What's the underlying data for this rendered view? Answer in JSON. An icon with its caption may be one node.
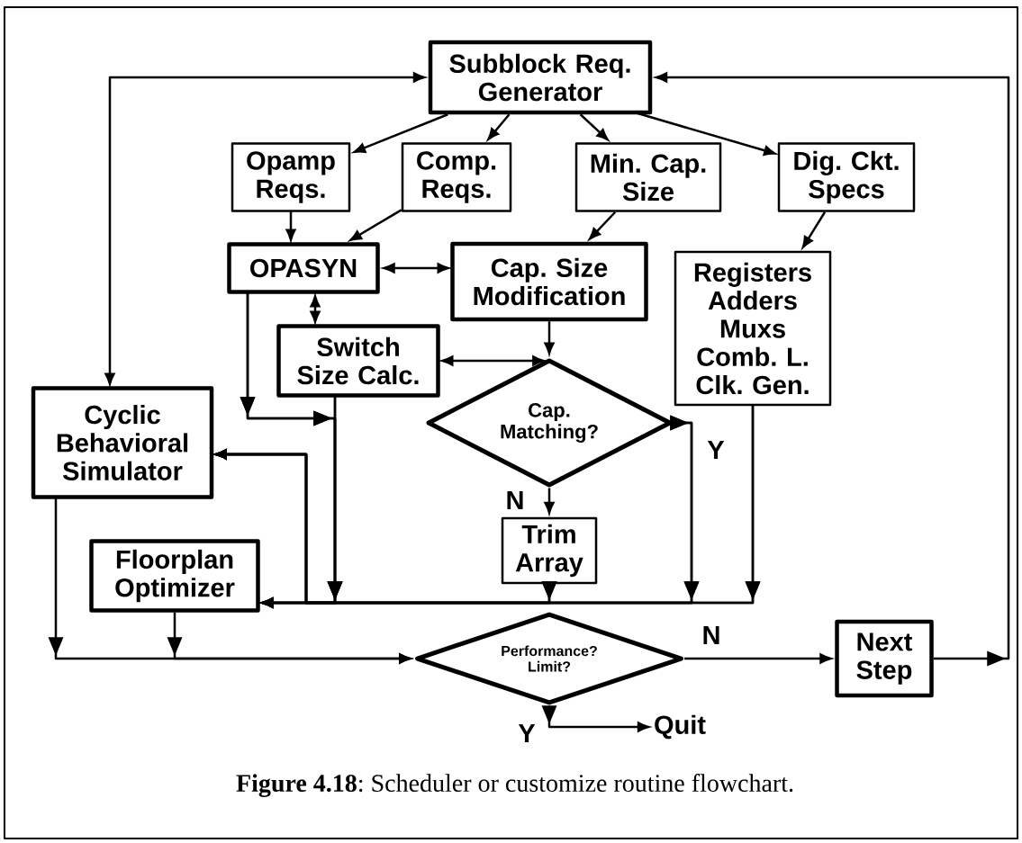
{
  "diagram": {
    "caption": "**Figure 4.18**: Scheduler or customize routine flowchart.",
    "nodes": [
      {
        "text": [
          "Subblock Req. Generator"
        ]
      },
      {
        "text": [
          "Opamp Reqs."
        ]
      },
      {
        "text": [
          "Comp. Reqs."
        ]
      },
      {
        "text": [
          "Min. Cap. Size"
        ]
      },
      {
        "text": [
          "Dig. Ckt. Specs"
        ]
      },
      {
        "text": [
          "OPASYN"
        ]
      },
      {
        "text": [
          "Cap. Size Modification"
        ]
      },
      {
        "text": [
          "Switch Size Calc."
        ]
      },
      {
        "text": [
          "Registers Adders Muxs Comb. L. Clk. Gen."
        ]
      },
      {
        "text": [
          "Cap. Matching?"
        ]
      },
      {
        "text": [
          "Cyclic Behavioral Simulator"
        ]
      },
      {
        "text": [
          "Trim Array"
        ]
      },
      {
        "text": [
          "Floorplan Optimizer"
        ]
      },
      {
        "text": [
          "Performance? Limit?"
        ]
      },
      {
        "text": [
          "Next Step"
        ]
      },
      {
        "text": [
          "Quit"
        ]
      }
    ],
    "edges": [
      {
        "from": 0,
        "to": 1,
        "arrow": "to"
      },
      {
        "from": 0,
        "to": 2,
        "arrow": "to"
      },
      {
        "from": 0,
        "to": 3,
        "arrow": "to"
      },
      {
        "from": 0,
        "to": 4,
        "arrow": "to"
      },
      {
        "from": 0,
        "to": 10,
        "arrow": "both"
      },
      {
        "from": 14,
        "to": 0,
        "arrow": "to"
      },
      {
        "from": 1,
        "to": 5,
        "arrow": "to"
      },
      {
        "from": 2,
        "to": 5,
        "arrow": "to"
      },
      {
        "from": 3,
        "to": 6,
        "arrow": "to"
      },
      {
        "from": 4,
        "to": 8,
        "arrow": "to"
      },
      {
        "from": 5,
        "to": 6,
        "arrow": "both"
      },
      {
        "from": 5,
        "to": 7,
        "arrow": "both"
      },
      {
        "from": 7,
        "to": 9,
        "arrow": "both"
      },
      {
        "from": 6,
        "to": 9,
        "arrow": "to"
      },
      {
        "from": 9,
        "to": 11,
        "arrow": "to",
        "label": "N"
      },
      {
        "from": 5,
        "to": 12,
        "arrow": "to"
      },
      {
        "from": 7,
        "to": 12,
        "arrow": "to"
      },
      {
        "from": 11,
        "to": 12,
        "arrow": "to"
      },
      {
        "from": 9,
        "to": 12,
        "arrow": "to",
        "label": "Y"
      },
      {
        "from": 8,
        "to": 12,
        "arrow": "to"
      },
      {
        "from": 5,
        "to": 10,
        "arrow": "to"
      },
      {
        "from": 7,
        "to": 10,
        "arrow": "to"
      },
      {
        "from": 11,
        "to": 10,
        "arrow": "to"
      },
      {
        "from": 9,
        "to": 10,
        "arrow": "to"
      },
      {
        "from": 8,
        "to": 10,
        "arrow": "to"
      },
      {
        "from": 10,
        "to": 13,
        "arrow": "to"
      },
      {
        "from": 12,
        "to": 13,
        "arrow": "to"
      },
      {
        "from": 13,
        "to": 14,
        "arrow": "to",
        "label": "N"
      },
      {
        "from": 13,
        "to": 15,
        "arrow": "to",
        "label": "Y"
      }
    ]
  }
}
